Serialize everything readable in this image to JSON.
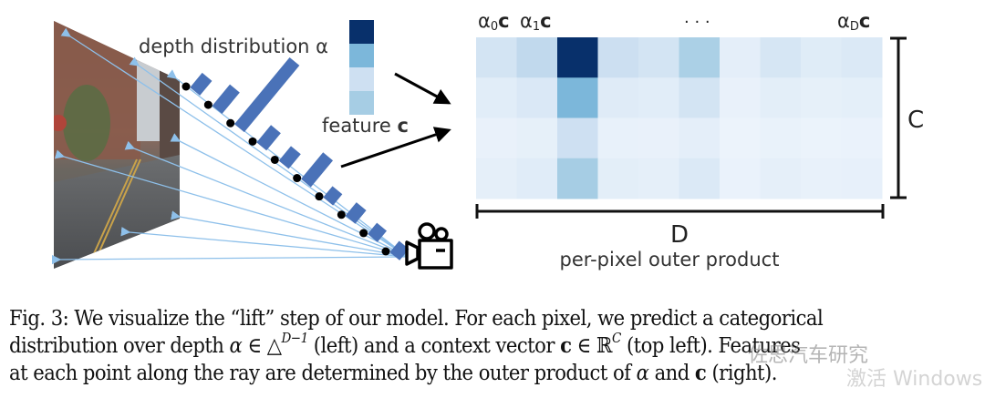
{
  "figure": {
    "left_panel": {
      "depth_label": "depth distribution α",
      "feature_label_text": "feature ",
      "feature_label_bold": "c",
      "image_description": "street scene camera image",
      "camera_icon": "video-camera-icon",
      "ray_color": "#8ec0ea",
      "bar_color": "#4a72b8",
      "point_color": "#000000"
    },
    "right_panel": {
      "column_labels": [
        {
          "alpha": "α",
          "sub": "0",
          "vec": "c"
        },
        {
          "alpha": "α",
          "sub": "1",
          "vec": "c"
        },
        {
          "ellipsis": "· · ·"
        },
        {
          "alpha": "α",
          "sub": "D",
          "vec": "c"
        }
      ],
      "row_dim_label": "C",
      "col_dim_label": "D",
      "subtitle": "per-pixel outer product"
    },
    "caption": {
      "line1": "Fig. 3: We visualize the “lift” step of our model. For each pixel, we predict a categorical",
      "line2_a": "distribution over depth ",
      "line2_alpha": "α",
      "line2_in1": " ∈ △",
      "line2_sup1": "D−1",
      "line2_b": " (left) and a context vector ",
      "line2_c": "c",
      "line2_in2": " ∈ ℝ",
      "line2_sup2": "C",
      "line2_c2": " (top left). Features",
      "line3_a": "at each point along the ray are determined by the outer product of ",
      "line3_alpha": "α",
      "line3_b": " and ",
      "line3_c": "c",
      "line3_d": " (right)."
    },
    "watermark": {
      "line1": "佐思汽车研究",
      "line2": "激活 Windows"
    }
  },
  "chart_data": {
    "type": "heatmap",
    "title": "per-pixel outer product",
    "xlabel": "D",
    "ylabel": "C",
    "depth_distribution_alpha": [
      0.22,
      0.32,
      1.0,
      0.26,
      0.22,
      0.4,
      0.1,
      0.2,
      0.14,
      0.17
    ],
    "feature_c": [
      1.0,
      0.55,
      0.25,
      0.42
    ],
    "colormap": "Blues",
    "x_tick_labels": [
      "α0c",
      "α1c",
      "…",
      "αDc"
    ],
    "note": "cell value = alpha[d] * c[row]"
  }
}
